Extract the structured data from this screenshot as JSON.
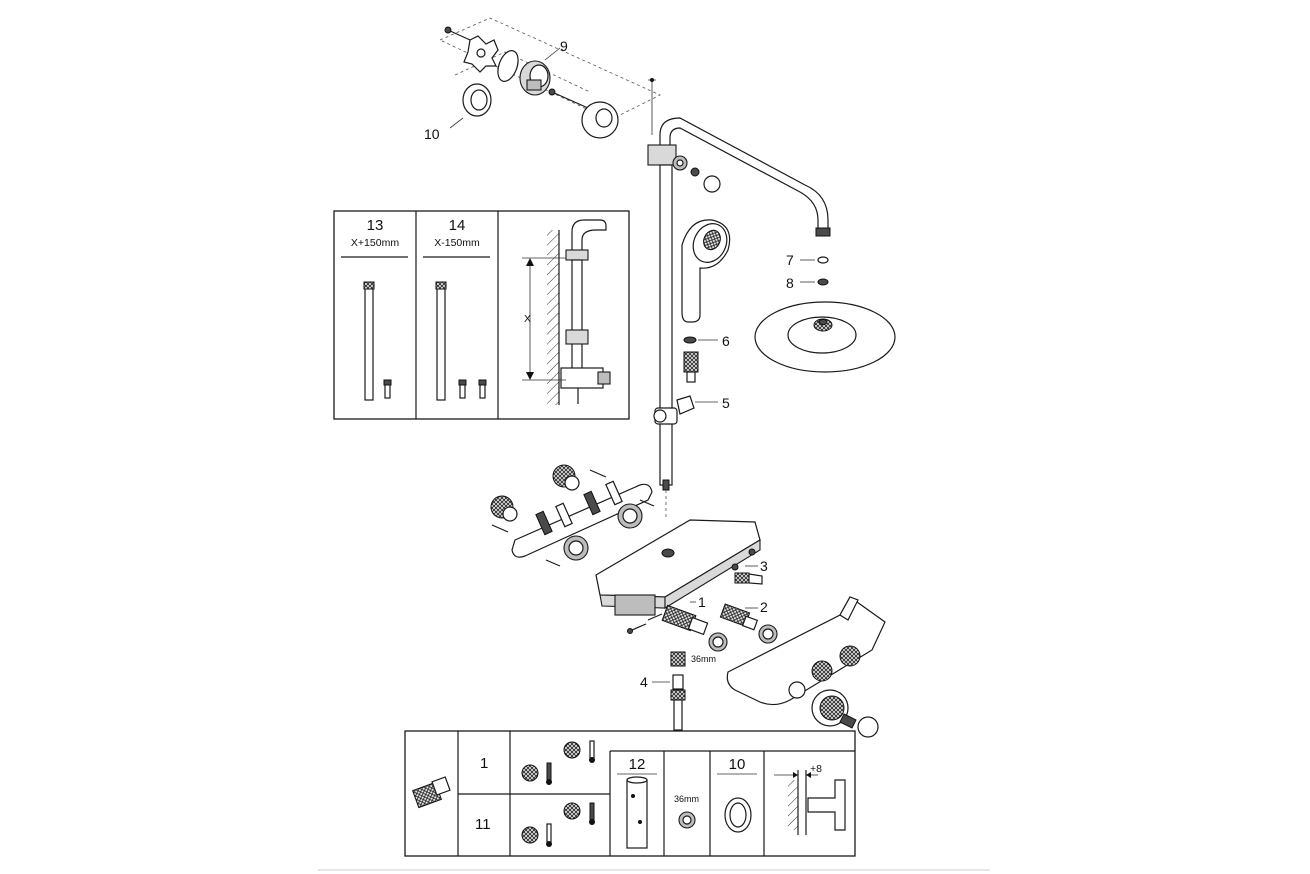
{
  "callouts": {
    "c1": "1",
    "c2": "2",
    "c3": "3",
    "c4": "4",
    "c5": "5",
    "c6": "6",
    "c7": "7",
    "c8": "8",
    "c9": "9",
    "c10": "10"
  },
  "nut_size_label": "36mm",
  "extension_panel": {
    "col13_number": "13",
    "col13_text": "X+150mm",
    "col14_number": "14",
    "col14_text": "X-150mm",
    "dimension_label": "X"
  },
  "spares_table": {
    "row1_number": "1",
    "row2_number": "11",
    "col12_number": "12",
    "col_nut_label": "36mm",
    "col10_number": "10",
    "offset_label": "+8"
  }
}
